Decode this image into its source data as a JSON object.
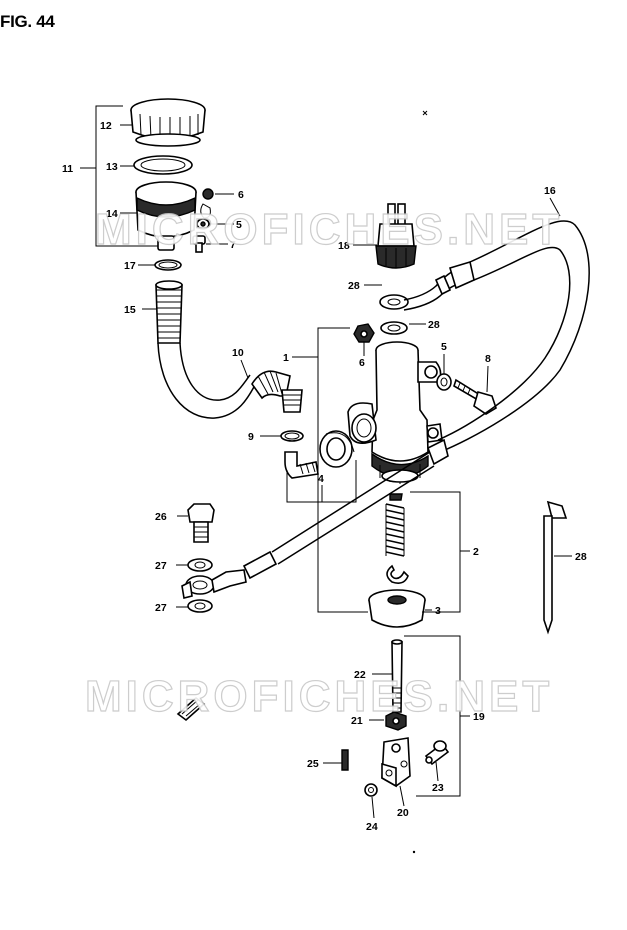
{
  "figure": {
    "title": "FIG. 44"
  },
  "watermark": {
    "text": "MICROFICHES.NET"
  },
  "callouts": {
    "c1": "1",
    "c2": "2",
    "c3": "3",
    "c4": "4",
    "c5a": "5",
    "c5b": "5",
    "c6a": "6",
    "c6b": "6",
    "c7": "7",
    "c8": "8",
    "c9": "9",
    "c10": "10",
    "c11": "11",
    "c12": "12",
    "c13": "13",
    "c14": "14",
    "c15": "15",
    "c16": "16",
    "c17": "17",
    "c18": "18",
    "c19": "19",
    "c20": "20",
    "c21": "21",
    "c22": "22",
    "c23": "23",
    "c24": "24",
    "c25": "25",
    "c26": "26",
    "c27a": "27",
    "c27b": "27",
    "c28a": "28",
    "c28b": "28",
    "c28c": "28"
  }
}
